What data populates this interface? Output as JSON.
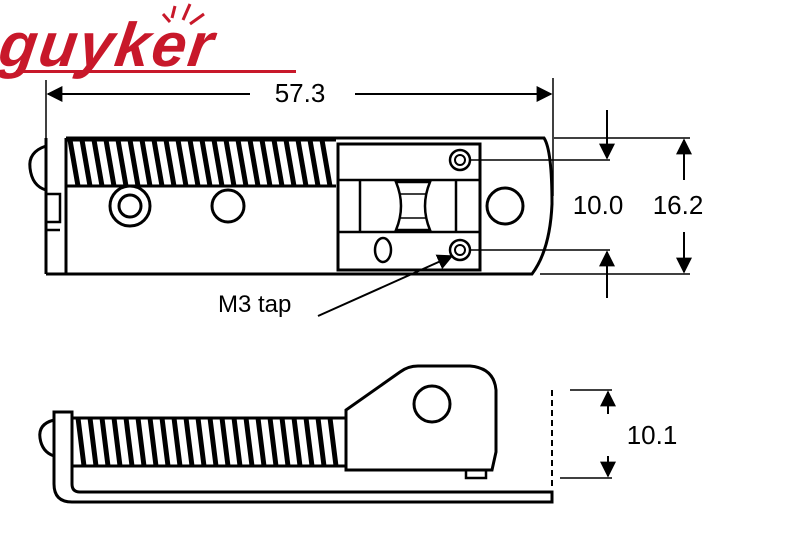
{
  "brand": {
    "logo_text": "guyker",
    "logo_color": "#c8182a"
  },
  "dimensions": {
    "overall_length": "57.3",
    "hole_spacing": "10.0",
    "width": "16.2",
    "height": "10.1"
  },
  "callouts": {
    "tap": "M3 tap"
  },
  "colors": {
    "ink": "#000000",
    "background": "#ffffff"
  }
}
